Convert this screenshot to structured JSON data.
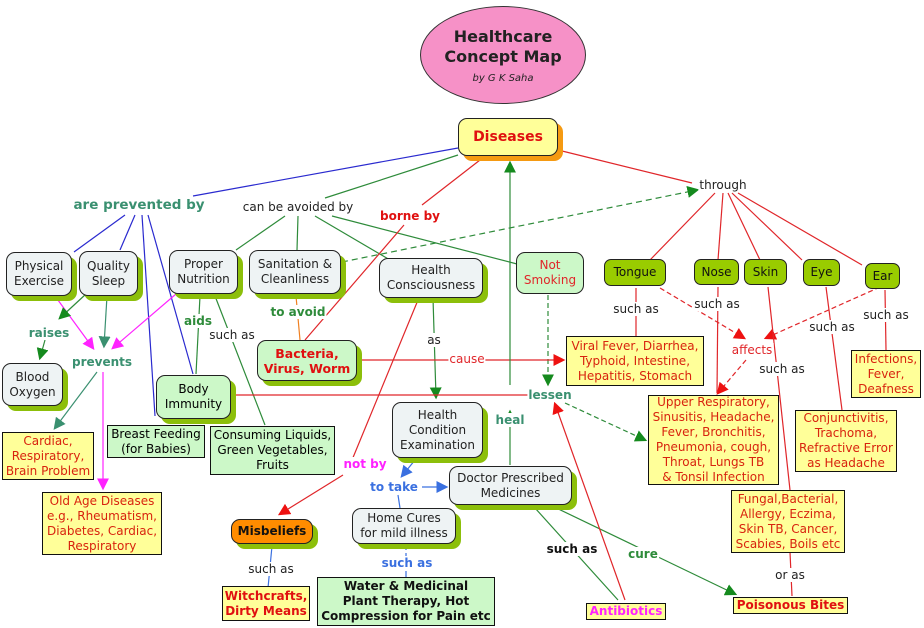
{
  "title": {
    "main": "Healthcare\nConcept Map",
    "author": "by G K Saha",
    "fill": "#f691c7"
  },
  "colors": {
    "red": "#e0262a",
    "green": "#2e8b3a",
    "blue": "#2a2acf",
    "magenta": "#ff22ff",
    "teal": "#3a9070",
    "orange": "#f08020",
    "lightblue": "#3a70e0",
    "shadow": "#8cbf0a"
  },
  "nodes": {
    "diseases": "Diseases",
    "physical_exercise": "Physical\nExercise",
    "quality_sleep": "Quality\nSleep",
    "proper_nutrition": "Proper\nNutrition",
    "sanitation": "Sanitation &\nCleanliness",
    "health_consciousness": "Health\nConsciousness",
    "not_smoking": "Not\nSmoking",
    "tongue": "Tongue",
    "nose": "Nose",
    "skin": "Skin",
    "eye": "Eye",
    "ear": "Ear",
    "blood_oxygen": "Blood\nOxygen",
    "body_immunity": "Body\nImmunity",
    "bacteria": "Bacteria,\nVirus, Worm",
    "tongue_diseases": "Viral Fever, Diarrhea,\nTyphoid, Intestine,\nHepatitis, Stomach",
    "ear_diseases": "Infections,\nFever,\nDeafness",
    "cardiac": "Cardiac,\nRespiratory,\nBrain Problem",
    "breast_feeding": "Breast Feeding\n(for Babies)",
    "consuming_liquids": "Consuming Liquids,\nGreen Vegetables,\nFruits",
    "health_exam": "Health\nCondition\nExamination",
    "nose_diseases": "Upper Respiratory,\nSinusitis, Headache,\nFever, Bronchitis,\nPneumonia, cough,\nThroat, Lungs TB\n& Tonsil Infection",
    "eye_diseases": "Conjunctivitis,\nTrachoma,\nRefractive Error\nas Headache",
    "doctor_medicines": "Doctor Prescribed\nMedicines",
    "old_age": "Old Age Diseases\ne.g., Rheumatism,\nDiabetes, Cardiac,\nRespiratory",
    "skin_diseases": "Fungal,Bacterial,\nAllergy, Eczima,\nSkin TB, Cancer,\nScabies, Boils etc",
    "misbeliefs": "Misbeliefs",
    "home_cures": "Home Cures\nfor mild illness",
    "witchcrafts": "Witchcrafts,\nDirty Means",
    "water_therapy": "Water & Medicinal\nPlant Therapy, Hot\nCompression for Pain etc",
    "antibiotics": "Antibiotics",
    "poisonous_bites": "Poisonous Bites"
  },
  "links": {
    "are_prevented_by": "are prevented by",
    "can_be_avoided_by": "can be avoided by",
    "borne_by": "borne by",
    "through": "through",
    "raises": "raises",
    "prevents": "prevents",
    "aids": "aids",
    "such_as_nutrition": "such as",
    "to_avoid": "to avoid",
    "as": "as",
    "cause": "cause",
    "lessen": "lessen",
    "heal": "heal",
    "not_by": "not by",
    "to_take": "to take",
    "such_as_tongue": "such as",
    "such_as_nose": "such as",
    "affects": "affects",
    "such_as_skin": "such as",
    "such_as_eye": "such as",
    "such_as_ear": "such as",
    "such_as_misbeliefs": "such as",
    "such_as_home": "such as",
    "such_as_medicines": "such as",
    "cure": "cure",
    "or_as": "or as"
  }
}
